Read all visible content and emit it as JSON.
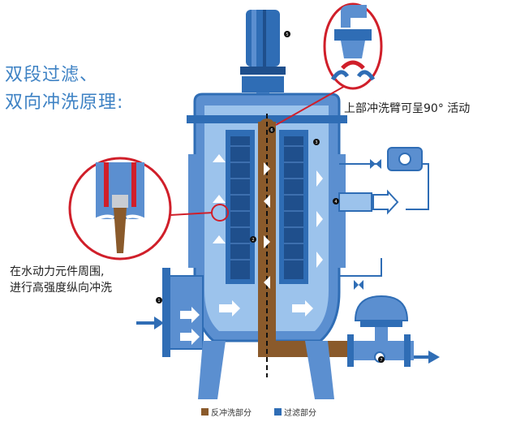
{
  "title": {
    "line1": "双段过滤、",
    "line2": "双向冲洗原理:"
  },
  "annotations": {
    "upper": "上部冲洗臂可呈90°  活动",
    "lower_line1": "在水动力元件周围,",
    "lower_line2": "进行高强度纵向冲洗"
  },
  "legend": [
    {
      "label": "反冲洗部分",
      "color": "#8a5a2b"
    },
    {
      "label": "过滤部分",
      "color": "#2f6db5"
    }
  ],
  "markers": [
    "1",
    "2",
    "3",
    "4",
    "5",
    "6",
    "7"
  ],
  "colors": {
    "water": "#2f6db5",
    "shell": "#5b8fd0",
    "shell_light": "#9cc3ec",
    "backwash": "#8a5a2b",
    "circle": "#d01f2a"
  }
}
